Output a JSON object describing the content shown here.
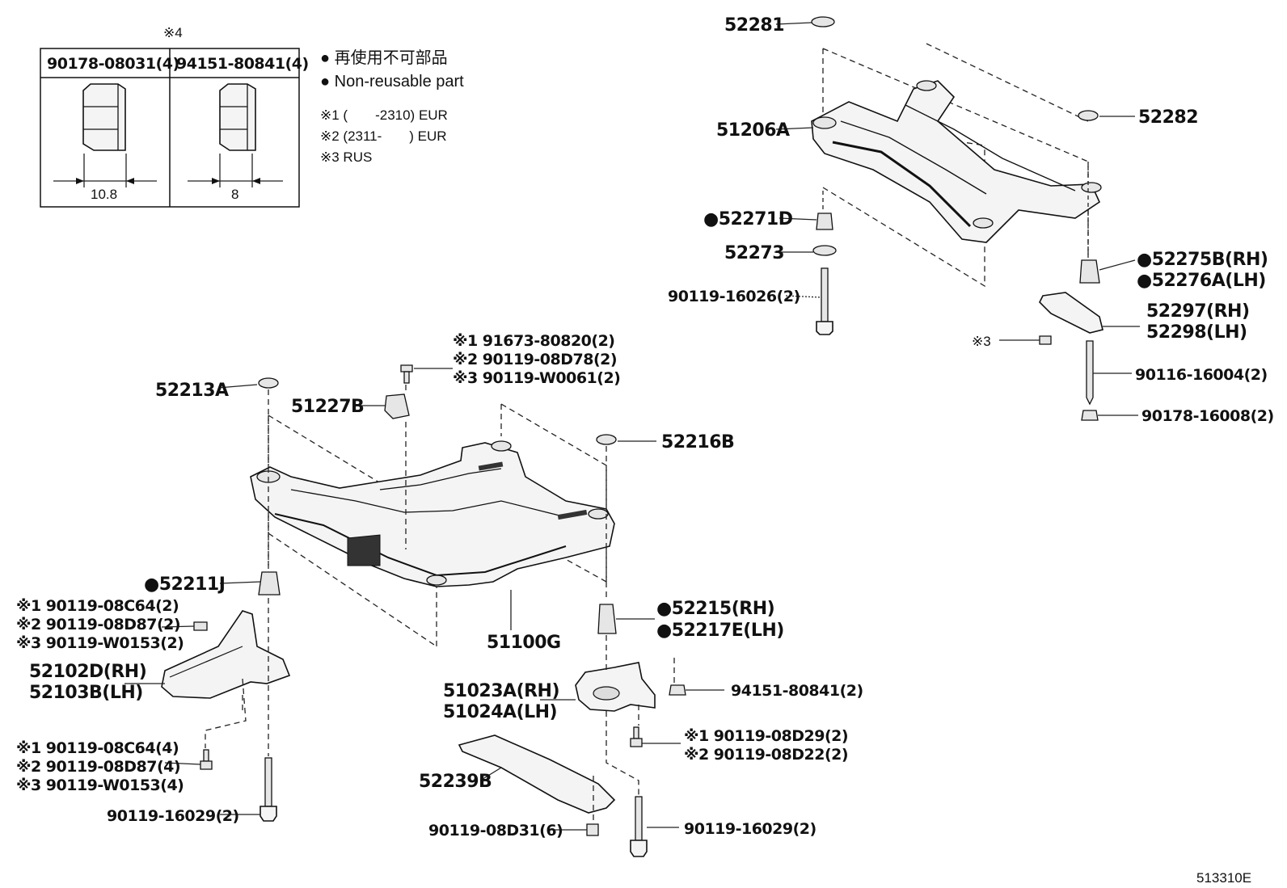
{
  "diagram_id": "513310E",
  "box": {
    "note_mark": "※4",
    "col1": {
      "part": "90178-08031(4)",
      "dim": "10.8"
    },
    "col2": {
      "part": "94151-80841(4)",
      "dim": "8"
    }
  },
  "legend": {
    "line1": "● 再使用不可部品",
    "line2": "● Non-reusable part",
    "note1": "※1 (　　-2310) EUR",
    "note2": "※2 (2311-　　) EUR",
    "note3": "※3 RUS"
  },
  "labels": {
    "l52281": "52281",
    "l51206A": "51206A",
    "l52271D": "●52271D",
    "l52273": "52273",
    "l90119_16026": "90119-16026(2)",
    "l52282": "52282",
    "l52275B": "●52275B(RH)",
    "l52276A": "●52276A(LH)",
    "l52297": "52297(RH)",
    "l52298": "52298(LH)",
    "l_n3_right": "※3",
    "l90116_16004": "90116-16004(2)",
    "l90178_16008": "90178-16008(2)",
    "l52213A": "52213A",
    "l51227B": "51227B",
    "l91673": "※1 91673-80820(2)",
    "l90119_08D78": "※2 90119-08D78(2)",
    "l90119_W0061": "※3 90119-W0061(2)",
    "l52216B": "52216B",
    "l52211J": "●52211J",
    "l90119_08C64_2": "※1 90119-08C64(2)",
    "l90119_08D87_2": "※2 90119-08D87(2)",
    "l90119_W0153_2": "※3 90119-W0153(2)",
    "l52102D": "52102D(RH)",
    "l52103B": "52103B(LH)",
    "l51100G": "51100G",
    "l52215": "●52215(RH)",
    "l52217E": "●52217E(LH)",
    "l51023A": "51023A(RH)",
    "l51024A": "51024A(LH)",
    "l94151_80841_2": "94151-80841(2)",
    "l90119_08D29": "※1 90119-08D29(2)",
    "l90119_08D22": "※2 90119-08D22(2)",
    "l90119_08C64_4": "※1 90119-08C64(4)",
    "l90119_08D87_4": "※2 90119-08D87(4)",
    "l90119_W0153_4": "※3 90119-W0153(4)",
    "l90119_16029_left": "90119-16029(2)",
    "l52239B": "52239B",
    "l90119_08D31": "90119-08D31(6)",
    "l90119_16029_right": "90119-16029(2)"
  }
}
